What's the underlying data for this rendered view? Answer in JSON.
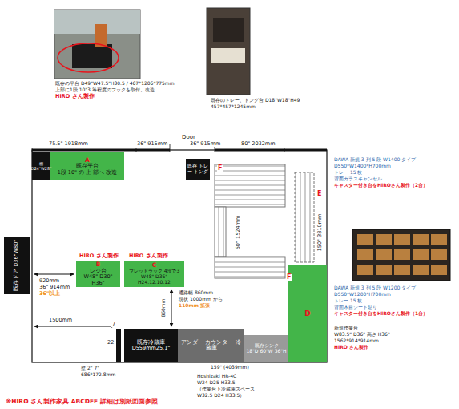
{
  "diagram": {
    "nodes": [
      {
        "text": [
          "A",
          "既存平台",
          "1段 10\" の 上 部へ 改造"
        ]
      },
      {
        "text": [
          "棚 D24\"W28\""
        ]
      },
      {
        "text": [
          "既存 トレー トング"
        ]
      },
      {
        "text": [
          "B",
          "レジ台",
          "W48\" D30\" H36\""
        ]
      },
      {
        "text": [
          "C",
          "ブレッドラック 4段で3",
          "W48\" D36\" H24.12.10.12"
        ]
      },
      {
        "text": [
          "D"
        ]
      },
      {
        "text": [
          "既存冷蔵庫",
          "D559mm25.1\""
        ]
      },
      {
        "text": [
          "アンダー カウンター 冷蔵庫"
        ]
      },
      {
        "text": [
          "既存シンク",
          "18\"D 60\"W 36\"H"
        ]
      },
      {
        "text": [
          "既存ドア D36\"W80\""
        ]
      }
    ],
    "labels": [
      "既存の平台 D49\"W47.5\"H30.5 / 467*1206*775mm",
      "上部に1段 10\"3 等程度のフックを取付、改造",
      "HIRO さん製作",
      "既存のトレー、トング台 D18\"W18\"H49",
      "457*457*1245mm",
      "75.5\" 1918mm",
      "36\" 915mm",
      "Door",
      "36\" 915mm",
      "80\" 2032mm",
      "F",
      "E",
      "F",
      "DAWA 新規 3 列 5 段 W1400 タイプ",
      "D550*W1400*H700mm",
      "トレー 15 枚",
      "背面ガラスキャンセル",
      "キャスター付き台をHIROさん製作（2台）",
      "DAWA 新規 3 列 5 段 W1200 タイプ",
      "D550*W1200*H700mm",
      "トレー 15 枚",
      "背面木目シート貼り",
      "キャスター付き台をHIROさん製作（1台）",
      "新規作業台",
      "W83.5\" D36\" 高さ H36\"",
      "1562*914*914mm",
      "HIRO さん製作",
      "150\" 3810mm",
      "60\" 1524mm",
      "920mm",
      "36\" 914mm",
      "36\"以上",
      "HIRO さん製作",
      "HIRO さん製作",
      "通路幅 860mm",
      "現状 1000mm から",
      "110mm 拡張",
      "860mm",
      "1500mm",
      "7",
      "22",
      "壁 2\" 7\"",
      "686*172.8mm",
      "159\" (4039mm)",
      "Hoshizaki HR-4C",
      "W24 D25 H33.5",
      "（作業台下冷蔵庫スペース",
      "W32.5 D24 H33.5）",
      "※HIRO さん製作家具 ABCDEF 詳細は別紙図面参照"
    ]
  }
}
